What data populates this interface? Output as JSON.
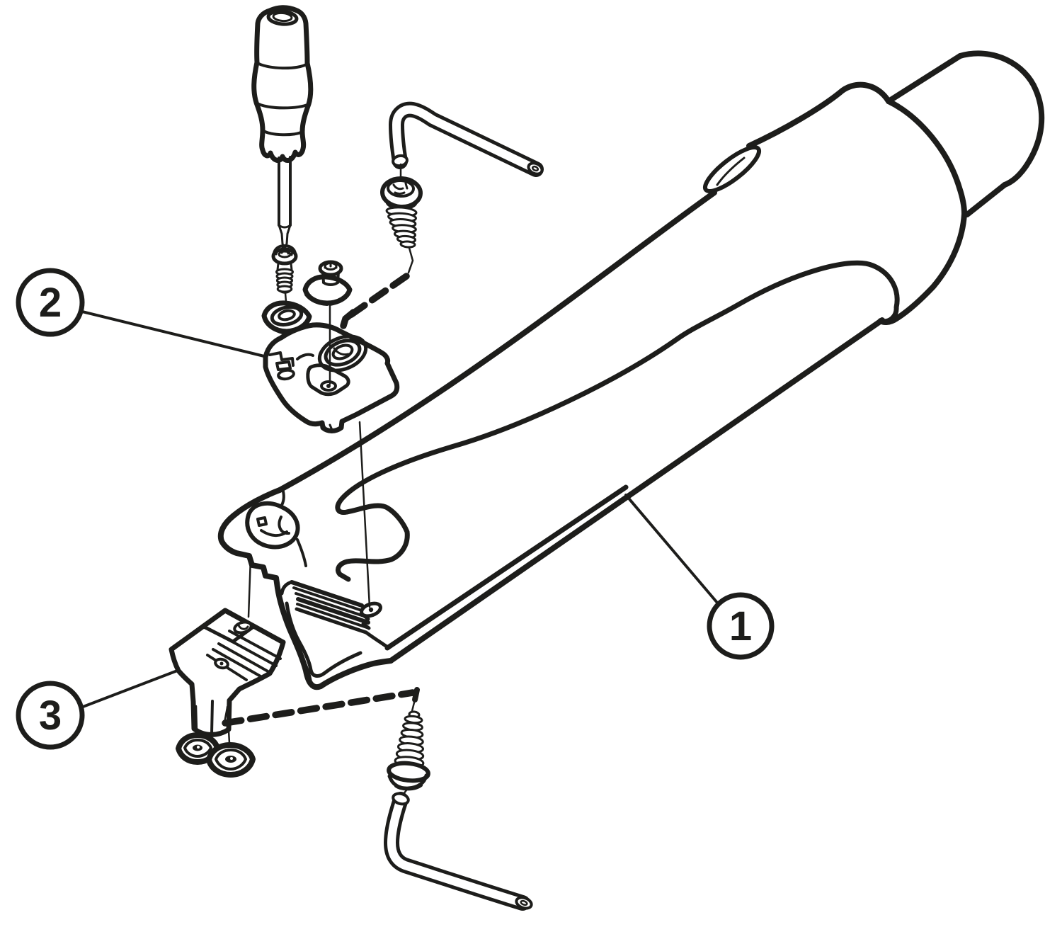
{
  "figure": {
    "kind": "exploded-assembly-line-drawing",
    "background_color": "#ffffff",
    "line_color": "#1d1d1b"
  },
  "callouts": [
    {
      "label": "1",
      "target": "tool-body"
    },
    {
      "label": "2",
      "target": "upper-insert-cartridge"
    },
    {
      "label": "3",
      "target": "lower-insert-cartridge"
    }
  ],
  "parts": {
    "tool_body": "drill tool body with shank, collar, coolant hole, flute and serrated cartridge pocket",
    "upper_cartridge": "insert cartridge with two square inserts and screws",
    "lower_cartridge": "serrated insert cartridge with two square inserts",
    "tools": [
      "torx-screwdriver",
      "hex-l-key-upper",
      "hex-l-key-lower"
    ],
    "fasteners": [
      "insert-screw",
      "insert-with-screw",
      "cartridge-screw-upper",
      "cartridge-screw-lower"
    ]
  }
}
